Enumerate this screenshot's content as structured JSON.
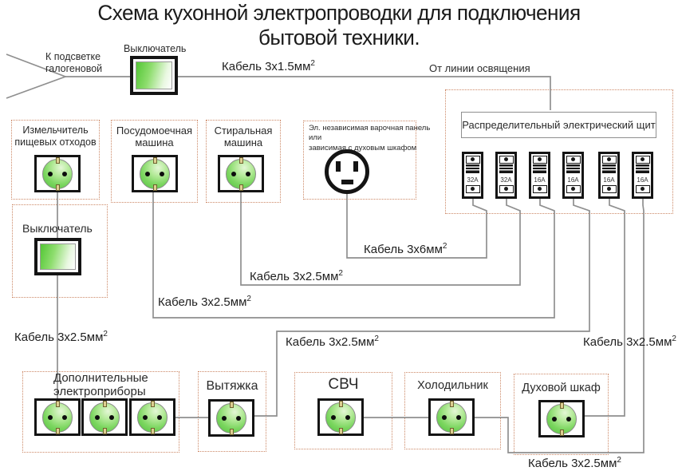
{
  "title": {
    "line1": "Схема кухонной электропроводки для подключения",
    "line2": "бытовой техники."
  },
  "top": {
    "halogen_label": "К подсветке\nгалогеновой",
    "switch_label": "Выключатель",
    "from_lighting": "От линии освящения"
  },
  "cables": {
    "c15": "Кабель 3х1.5мм",
    "c6": "Кабель 3х6мм",
    "c25": "Кабель 3х2.5мм",
    "sup": "2"
  },
  "panel": {
    "title": "Распределительный электрический щит",
    "breakers": [
      {
        "rating": "32A"
      },
      {
        "rating": "32A"
      },
      {
        "rating": "16A"
      },
      {
        "rating": "16A"
      },
      {
        "rating": "16A"
      },
      {
        "rating": "16A"
      }
    ]
  },
  "devices": {
    "grinder": "Измельчитель\nпищевых отходов",
    "switch_left": "Выключатель",
    "dishwasher": "Посудомоечная\nмашина",
    "washer": "Стиральная\nмашина",
    "hob": "Эл. независимая варочная панель\nили\nзависимая с духовым шкафом",
    "extras": "Дополнительные\nэлектроприборы",
    "hood": "Вытяжка",
    "microwave": "СВЧ",
    "fridge": "Холодильник",
    "oven": "Духовой шкаф"
  },
  "colors": {
    "wire": "#8f8f8f",
    "zone_border": "#cc8866",
    "socket_green": "#52bf40",
    "frame_black": "#141414"
  }
}
